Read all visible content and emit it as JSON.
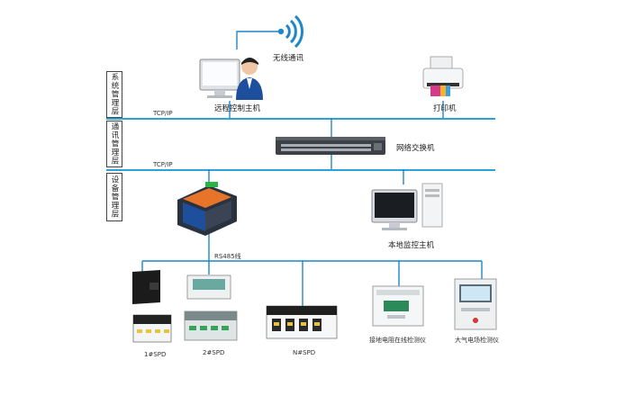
{
  "tiers": [
    {
      "label": "系统管理层"
    },
    {
      "label": "通讯管理层"
    },
    {
      "label": "设备管理层"
    }
  ],
  "protocols": {
    "tcp_top": "TCP/IP",
    "tcp_bottom": "TCP/IP",
    "rs485": "RS485线"
  },
  "nodes": {
    "wireless": "无线通讯",
    "remote_host": "远程控制主机",
    "printer": "打印机",
    "switch": "网络交换机",
    "local_host": "本地监控主机",
    "spd1": "1#SPD",
    "spd2": "2#SPD",
    "spdn": "N#SPD",
    "ground_monitor": "接地电阻在线检测仪",
    "field_monitor": "大气电场检测仪"
  },
  "colors": {
    "bus": "#2aa3d8",
    "wire": "#1f86c9",
    "accent_orange": "#e8742a",
    "device_blue": "#1e4f9c"
  }
}
